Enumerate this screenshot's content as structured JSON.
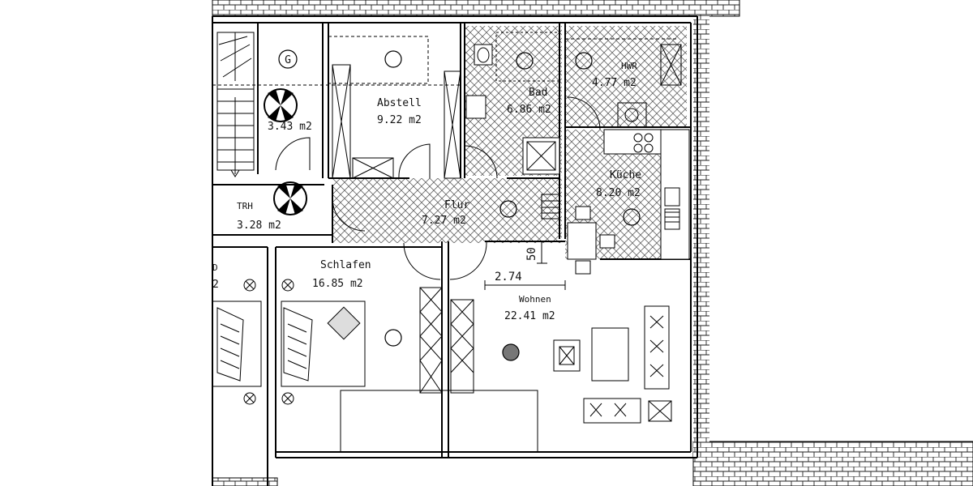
{
  "rooms": {
    "abstell": {
      "name": "Abstell",
      "area": "9.22 m2"
    },
    "bad": {
      "name": "Bad",
      "area": "6.86 m2"
    },
    "hwr": {
      "name": "HWR",
      "area": "4.77 m2"
    },
    "kueche": {
      "name": "Küche",
      "area": "8.20 m2"
    },
    "flur": {
      "name": "Flur",
      "area": "7.27 m2"
    },
    "trh": {
      "name": "TRH",
      "area": "3.28 m2"
    },
    "small": {
      "name": "",
      "area": "3.43 m2"
    },
    "schlafen": {
      "name": "Schlafen",
      "area": "16.85 m2"
    },
    "wohnen": {
      "name": "Wohnen",
      "area": "22.41 m2"
    },
    "left_partial": {
      "name": "D",
      "area": "2"
    }
  },
  "dimensions": {
    "width_label": "2.74",
    "height_label": "50"
  },
  "markers": {
    "stair_g": "G"
  }
}
